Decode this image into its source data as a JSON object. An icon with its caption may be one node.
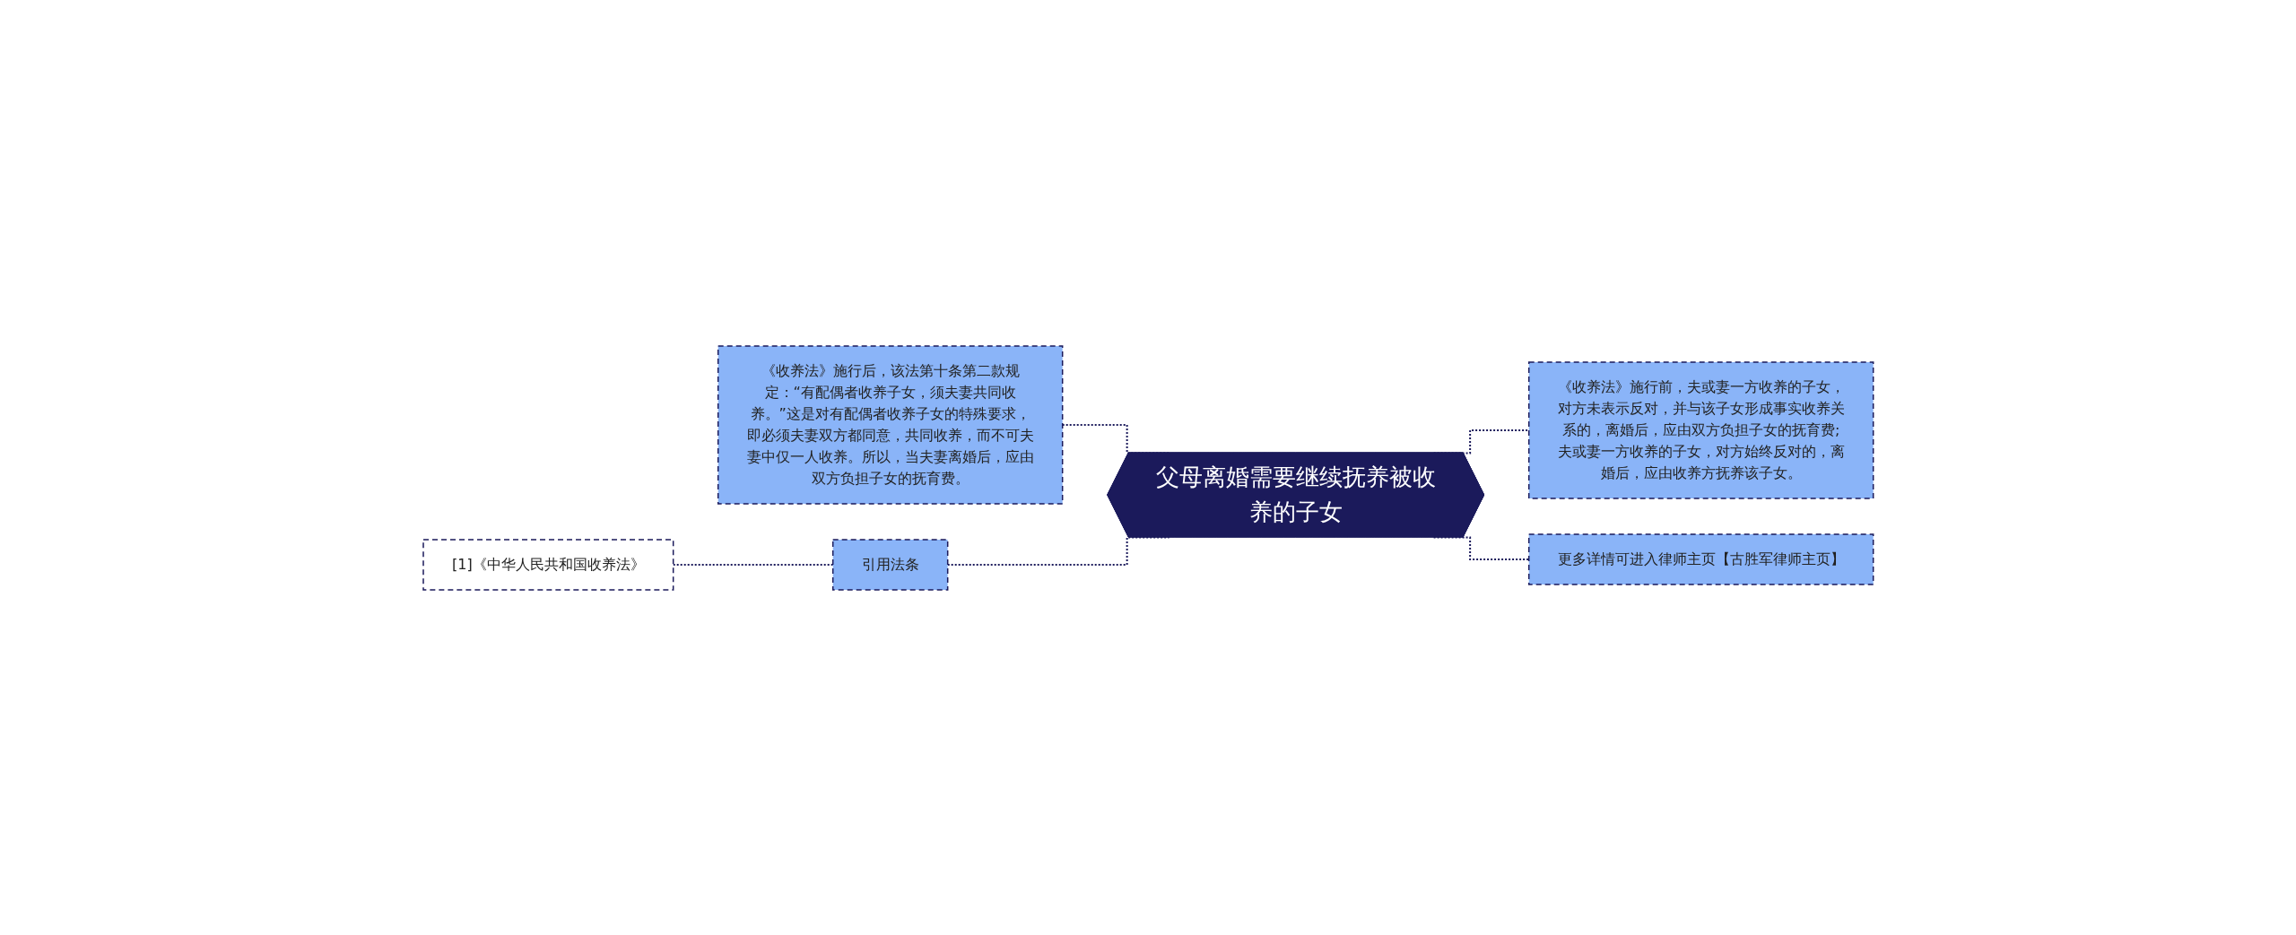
{
  "diagram": {
    "nodes": [
      {
        "text": [
          "父母离婚需要继续抚养被收养的子女"
        ]
      },
      {
        "text": [
          "《收养法》施行后，该法第十条第二款规定：“有配偶者收养子女，须夫妻共同收养。”这是对有配偶者收养子女的特殊要求，即必须夫妻双方都同意，共同收养，而不可夫妻中仅一人收养。所以，当夫妻离婚后，应由双方负担子女的抚育费。"
        ]
      },
      {
        "text": [
          "《收养法》施行前，夫或妻一方收养的子女，对方未表示反对，并与该子女形成事实收养关系的，离婚后，应由双方负担子女的抚育费;夫或妻一方收养的子女，对方始终反对的，离婚后，应由收养方抚养该子女。"
        ]
      },
      {
        "text": [
          "引用法条"
        ]
      },
      {
        "text": [
          "[1]《中华人民共和国收养法》"
        ]
      },
      {
        "text": [
          "更多详情可进入律师主页【古胜军律师主页】"
        ]
      }
    ],
    "edges": [
      {
        "from": 1,
        "to": 0,
        "arrow": "none",
        "style": "dashed"
      },
      {
        "from": 3,
        "to": 0,
        "arrow": "none",
        "style": "dashed"
      },
      {
        "from": 4,
        "to": 3,
        "arrow": "none",
        "style": "dashed"
      },
      {
        "from": 0,
        "to": 2,
        "arrow": "none",
        "style": "dashed"
      },
      {
        "from": 0,
        "to": 5,
        "arrow": "none",
        "style": "dashed"
      }
    ]
  }
}
